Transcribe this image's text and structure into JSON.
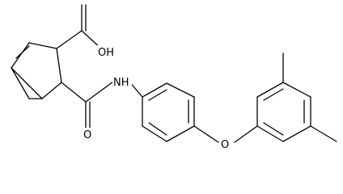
{
  "molecule": {
    "atom_labels": {
      "hydroxyl": "OH",
      "amide_nitrogen": "NH",
      "amide_oxygen": "O",
      "ether_oxygen": "O"
    },
    "colors": {
      "bond": "#000000",
      "label": "#000000",
      "background": "#ffffff"
    }
  }
}
